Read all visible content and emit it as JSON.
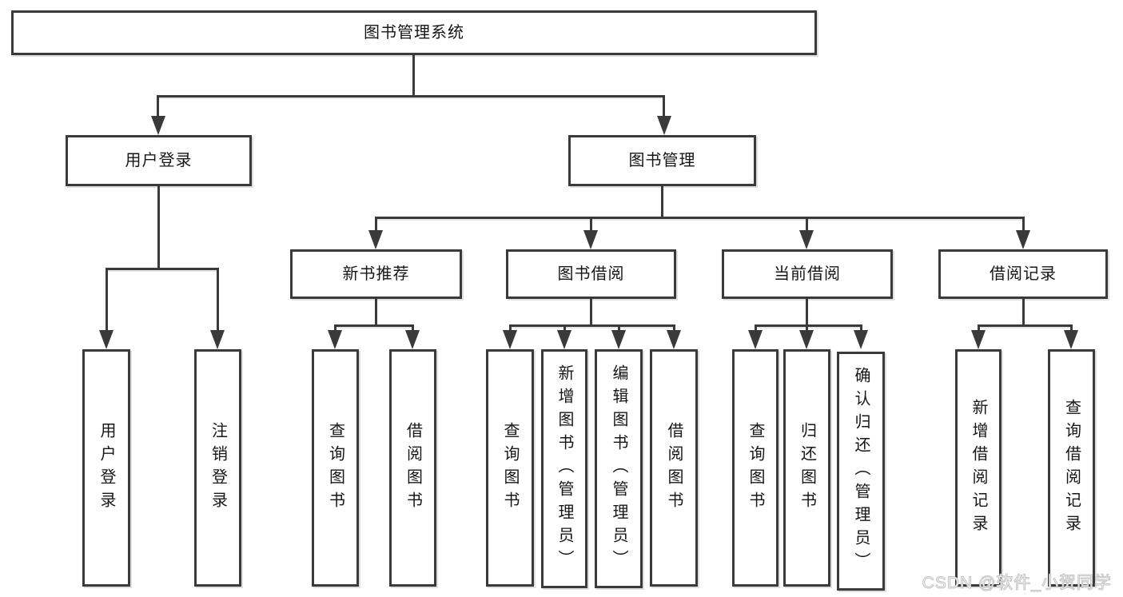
{
  "root": {
    "label": "图书管理系统"
  },
  "user_login": {
    "label": "用户登录",
    "children": [
      {
        "label": "用户登录"
      },
      {
        "label": "注销登录"
      }
    ]
  },
  "book_management": {
    "label": "图书管理",
    "sections": [
      {
        "label": "新书推荐",
        "children": [
          {
            "label": "查询图书"
          },
          {
            "label": "借阅图书"
          }
        ]
      },
      {
        "label": "图书借阅",
        "children": [
          {
            "label": "查询图书"
          },
          {
            "label": "新增图书（管理员）"
          },
          {
            "label": "编辑图书（管理员）"
          },
          {
            "label": "借阅图书"
          }
        ]
      },
      {
        "label": "当前借阅",
        "children": [
          {
            "label": "查询图书"
          },
          {
            "label": "归还图书"
          },
          {
            "label": "确认归还（管理员）"
          }
        ]
      },
      {
        "label": "借阅记录",
        "children": [
          {
            "label": "新增借阅记录"
          },
          {
            "label": "查询借阅记录"
          }
        ]
      }
    ]
  },
  "watermark": {
    "text": "CSDN @软件_小贺同学"
  },
  "colors": {
    "line": "#3a3a3a",
    "text": "#161616",
    "background": "#ffffff",
    "watermark_stroke": "#c4c4c4",
    "watermark_fill": "#ffffff"
  }
}
